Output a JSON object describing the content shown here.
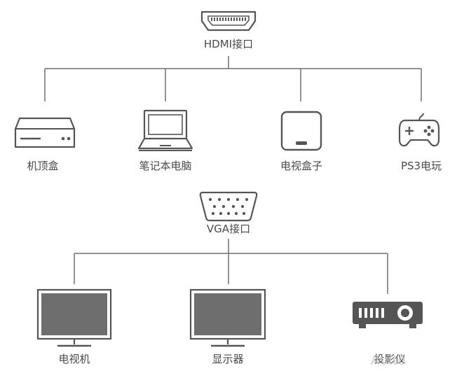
{
  "hdmi": {
    "label": "HDMI接口",
    "devices": [
      {
        "label": "机顶盒",
        "icon": "set-top-box-icon"
      },
      {
        "label": "笔记本电脑",
        "icon": "laptop-icon"
      },
      {
        "label": "电视盒子",
        "icon": "tv-box-icon"
      },
      {
        "label": "PS3电玩",
        "icon": "gamepad-icon"
      }
    ],
    "port_icon": "hdmi-port-icon"
  },
  "vga": {
    "label": "VGA接口",
    "devices": [
      {
        "label": "电视机",
        "icon": "tv-icon"
      },
      {
        "label": "显示器",
        "icon": "monitor-icon"
      },
      {
        "label": "投影仪",
        "icon": "projector-icon"
      }
    ],
    "port_icon": "vga-port-icon"
  },
  "watermark": "Avito",
  "colors": {
    "line": "#6f6f6f",
    "icon": "#555555",
    "screen": "#6e6e6e",
    "text": "#4a4a4a"
  }
}
